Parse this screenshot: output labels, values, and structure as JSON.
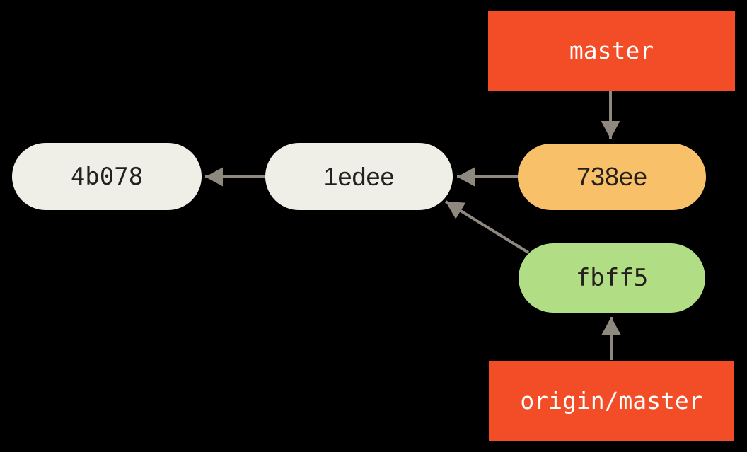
{
  "diagram": {
    "kind": "git-commit-history",
    "background_color": "#000000",
    "arrow_color": "#8e887e",
    "branch_labels": [
      {
        "label": "master",
        "fill": "#f24d27",
        "text_color": "#ffffff",
        "points_to": "738ee"
      },
      {
        "label": "origin/master",
        "fill": "#f24d27",
        "text_color": "#ffffff",
        "points_to": "fbff5"
      }
    ],
    "commits": [
      {
        "id": "4b078",
        "fill": "#f0efe7",
        "text_color": "#24211d"
      },
      {
        "id": "1edee",
        "fill": "#f0efe7",
        "text_color": "#24211d"
      },
      {
        "id": "738ee",
        "fill": "#f8c069",
        "text_color": "#24211d"
      },
      {
        "id": "fbff5",
        "fill": "#b1dd84",
        "text_color": "#24211d"
      }
    ],
    "edges": [
      {
        "from": "master",
        "to": "738ee"
      },
      {
        "from": "738ee",
        "to": "1edee"
      },
      {
        "from": "1edee",
        "to": "4b078"
      },
      {
        "from": "fbff5",
        "to": "1edee"
      },
      {
        "from": "origin/master",
        "to": "fbff5"
      }
    ]
  }
}
